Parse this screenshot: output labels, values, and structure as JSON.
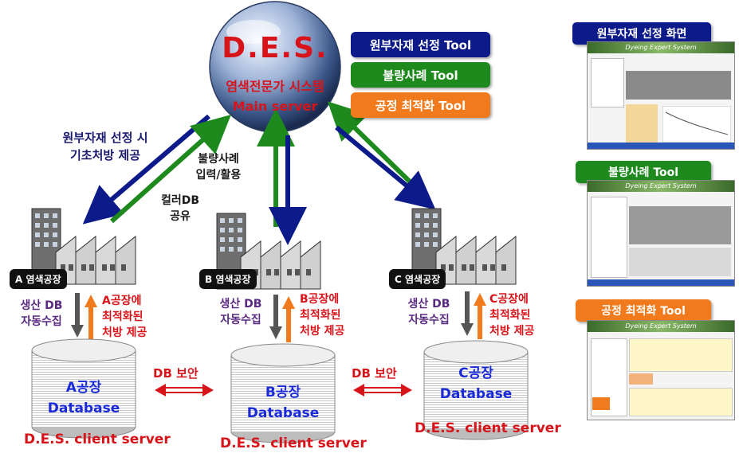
{
  "server": {
    "title": "D.E.S.",
    "subtitle": "염색전문가 시스템",
    "role": "Main server"
  },
  "tools": [
    {
      "label": "원부자재 선정 Tool",
      "color": "#0d1a8a"
    },
    {
      "label": "불량사례 Tool",
      "color": "#1e8a1e"
    },
    {
      "label": "공정 최적화 Tool",
      "color": "#f07a1c"
    }
  ],
  "arrow_labels": {
    "left_line1": "원부자재 선정 시",
    "left_line2": "기초처방 제공",
    "middle_line1": "불량사례",
    "middle_line2": "입력/활용",
    "color_line1": "컬러DB",
    "color_line2": "공유"
  },
  "factories": [
    {
      "tag": "A 염색공장",
      "collect1": "생산 DB",
      "collect2": "자동수집",
      "provide1": "A공장에",
      "provide2": "최적화된",
      "provide3": "처방 제공",
      "db1": "A공장",
      "db2": "Database"
    },
    {
      "tag": "B 염색공장",
      "collect1": "생산 DB",
      "collect2": "자동수집",
      "provide1": "B공장에",
      "provide2": "최적화된",
      "provide3": "처방 제공",
      "db1": "B공장",
      "db2": "Database"
    },
    {
      "tag": "C 염색공장",
      "collect1": "생산 DB",
      "collect2": "자동수집",
      "provide1": "C공장에",
      "provide2": "최적화된",
      "provide3": "처방 제공",
      "db1": "C공장",
      "db2": "Database"
    }
  ],
  "db_security": "DB 보안",
  "client_server": "D.E.S. client server",
  "screens": [
    {
      "title": "원부자재 선정 화면",
      "color": "#0d1a8a",
      "banner": "Dyeing  Expert System"
    },
    {
      "title": "불량사례 Tool",
      "color": "#1e8a1e",
      "banner": "Dyeing  Expert System"
    },
    {
      "title": "공정 최적화 Tool",
      "color": "#f07a1c",
      "banner": "Dyeing  Expert System"
    }
  ],
  "colors": {
    "navy": "#0d1a8a",
    "green": "#1e8a1e",
    "orange": "#f07a1c",
    "red": "#d8141b",
    "purple": "#5a2a82"
  }
}
